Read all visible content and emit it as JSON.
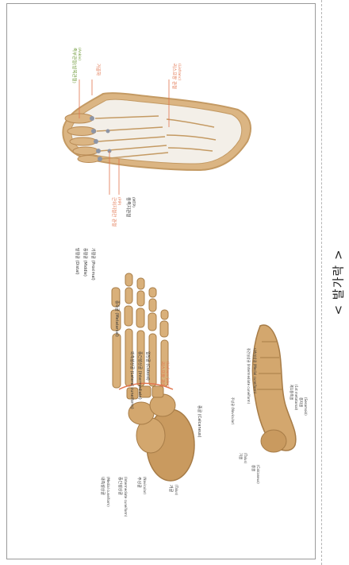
{
  "page": {
    "title": "< 발가락 >"
  },
  "colors": {
    "bone": "#d3a76e",
    "bone_shadow": "#a77c47",
    "joint": "#8d95a6",
    "label_dark": "#333333",
    "label_orange": "#e1744d",
    "label_green": "#6f9a3a",
    "background": "#ffffff"
  },
  "figures": {
    "top_diagram": {
      "labels": {
        "green_top": "족부관절(발목관절)",
        "green_top_sub": "(Ankle)",
        "orange_mid": "거골하",
        "orange_right": "리스프랑 관절",
        "orange_right_sub": "(Lisfranc)",
        "orange_bottom": "근위지절간 관절",
        "orange_bottom_sub": "(PIP)",
        "dark_bottom": "중족지관절",
        "dark_bottom_sub": "(MTP)"
      }
    },
    "bottom_left_diagram": {
      "labels": {
        "distal": "말절골 (Distal)",
        "middle": "중절골 (Middle)",
        "proximal": "기절골 (Proximal)",
        "metatarsal": "중족골 (Metatarsal)",
        "lat_cuneiform": "외측설상골 (Lateral cuneiform)",
        "int_cuneiform": "중간설상골 (Intermediate)",
        "cuboid": "입방골 (Cuboid)",
        "lisfranc": "리스프랑 관절",
        "lisfranc_sub": "(Lisfranc joint)",
        "calcaneus": "종골 (Calcaneus)",
        "med_cuneiform": "내측설상골",
        "med_cuneiform_sub": "(Medial cuneiform)",
        "int_cuneiform2": "중간설상골",
        "int_cuneiform2_sub": "(Intermediate cuneiform)",
        "navicular": "주상골",
        "navicular_sub": "(Navicular)",
        "talus": "거골",
        "talus_sub": "(Talus)"
      }
    },
    "bottom_right_diagram": {
      "labels": {
        "top1": "중간설상골 (Intermediate cuneiform)",
        "top2": "내측설상골 (Medial cuneiform)",
        "left1": "주상골 (Navicular)",
        "left2": "거골",
        "left2_sub": "(Talus)",
        "left3": "종골",
        "left3_sub": "(Calcaneus)",
        "right1": "제1중족골",
        "right1_sub": "(1st metatarsal)",
        "right2": "종자골",
        "right2_sub": "(Sesamoid)"
      }
    }
  }
}
